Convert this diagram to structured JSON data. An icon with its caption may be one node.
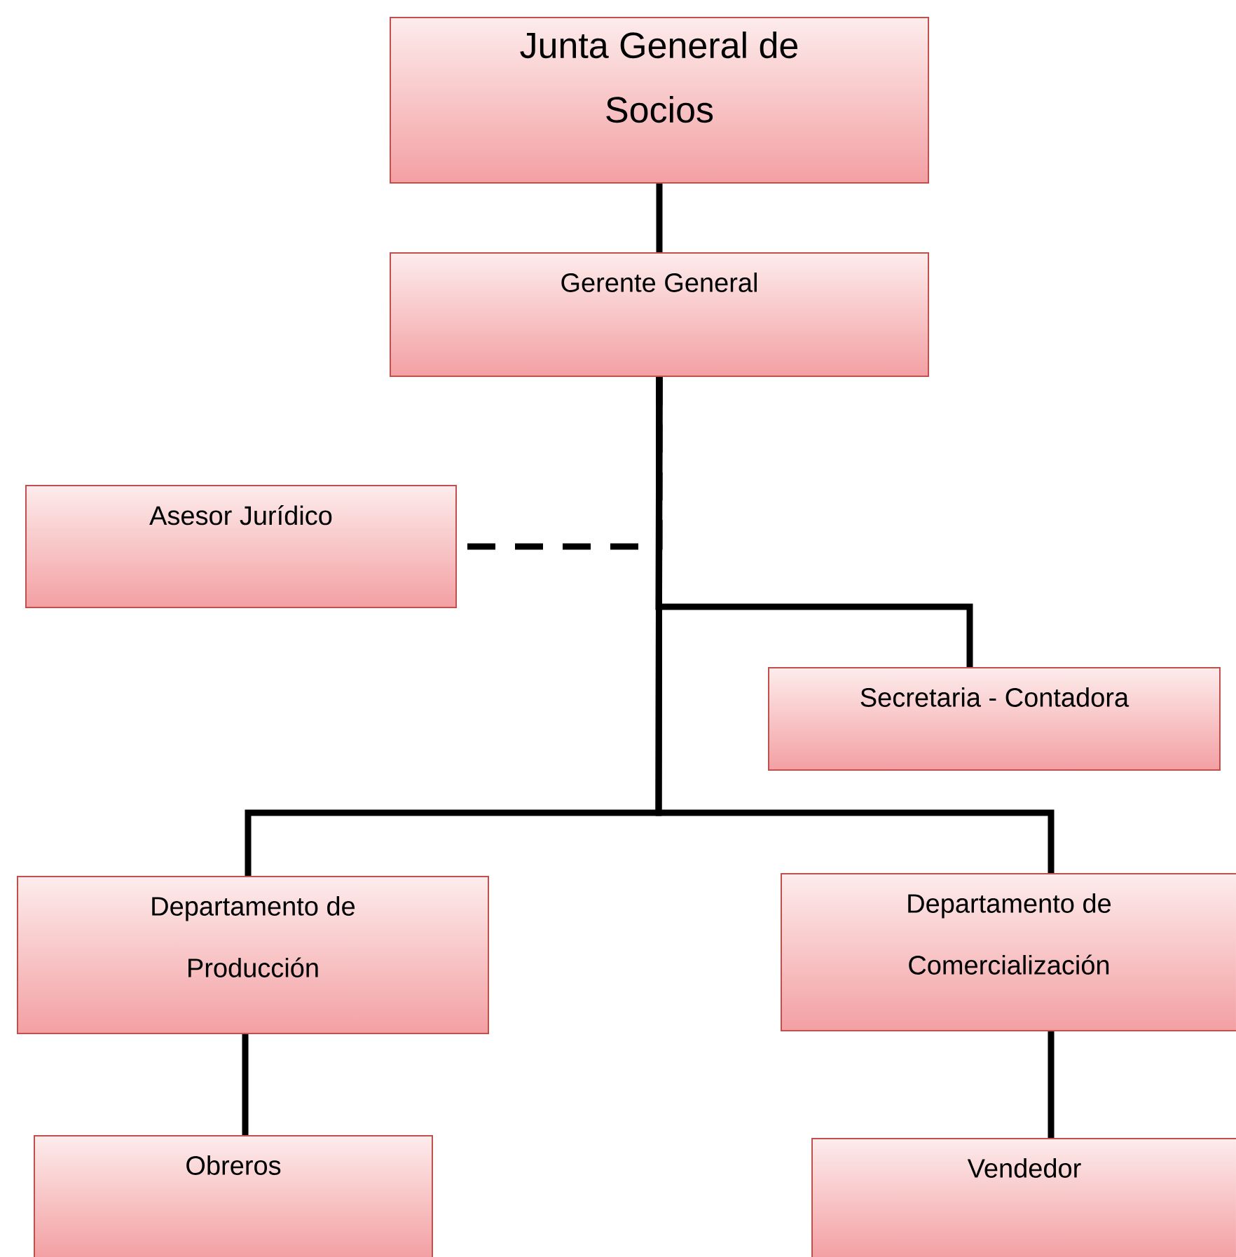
{
  "diagram": {
    "nodes": [
      {
        "text": [
          "Junta General de Socios"
        ]
      },
      {
        "text": [
          "Gerente General"
        ]
      },
      {
        "text": [
          "Asesor Jurídico"
        ]
      },
      {
        "text": [
          "Secretaria - Contadora"
        ]
      },
      {
        "text": [
          "Departamento de Producción"
        ]
      },
      {
        "text": [
          "Departamento de Comercialización"
        ]
      },
      {
        "text": [
          "Obreros"
        ]
      },
      {
        "text": [
          "Vendedor"
        ]
      }
    ],
    "edges": [
      {
        "from": 0,
        "to": 1,
        "arrow": "none"
      },
      {
        "from": 1,
        "to": 2,
        "arrow": "none",
        "style": "dashed"
      },
      {
        "from": 1,
        "to": 3,
        "arrow": "none"
      },
      {
        "from": 1,
        "to": 4,
        "arrow": "none"
      },
      {
        "from": 1,
        "to": 5,
        "arrow": "none"
      },
      {
        "from": 4,
        "to": 6,
        "arrow": "none"
      },
      {
        "from": 5,
        "to": 7,
        "arrow": "none"
      }
    ]
  }
}
